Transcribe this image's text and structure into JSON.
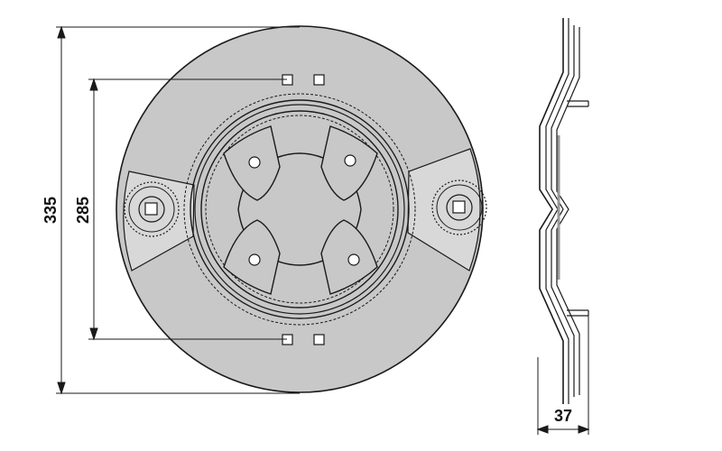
{
  "drawing": {
    "dimensions": {
      "outer_diameter": "335",
      "bolt_spacing": "285",
      "thickness": "37"
    },
    "colors": {
      "plate_fill": "#c8c8c8",
      "line": "#1a1a1a",
      "background": "#ffffff"
    }
  }
}
